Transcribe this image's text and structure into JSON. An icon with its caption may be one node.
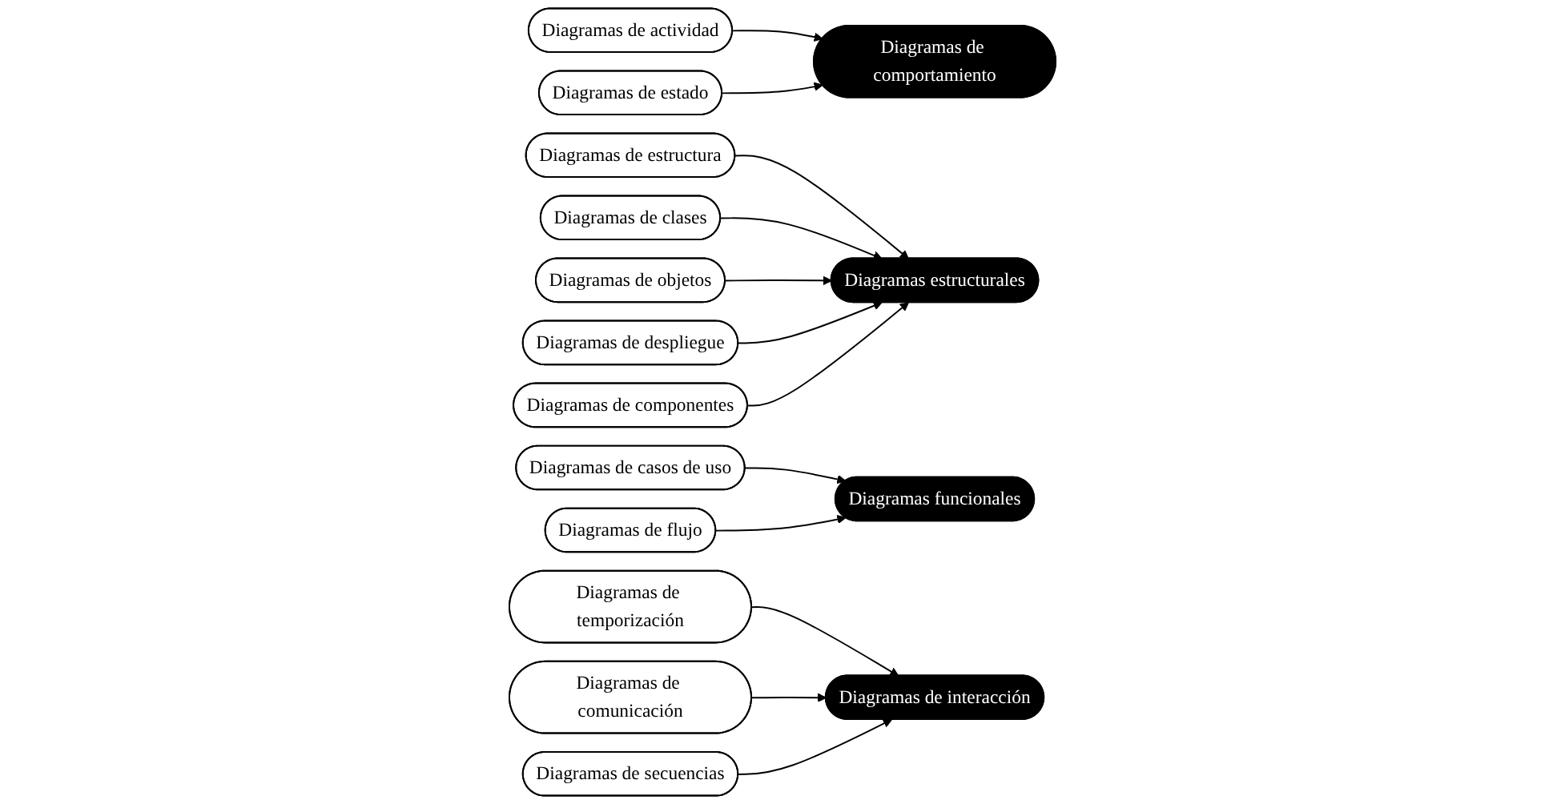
{
  "diagram": {
    "nodes": [
      {
        "text": [
          "Diagramas de actividad"
        ]
      },
      {
        "text": [
          "Diagramas de estado"
        ]
      },
      {
        "text": [
          "Diagramas de estructura"
        ]
      },
      {
        "text": [
          "Diagramas de casos de uso"
        ]
      },
      {
        "text": [
          "Diagramas de comportamiento"
        ]
      },
      {
        "text": [
          "Diagramas de clases"
        ]
      },
      {
        "text": [
          "Diagramas estructurales"
        ]
      },
      {
        "text": [
          "Diagramas funcionales"
        ]
      },
      {
        "text": [
          "Diagramas de flujo"
        ]
      },
      {
        "text": [
          "Diagramas de objetos"
        ]
      },
      {
        "text": [
          "Diagramas de interacción"
        ]
      },
      {
        "text": [
          "Diagramas de temporización"
        ]
      },
      {
        "text": [
          "Diagramas de despliegue"
        ]
      },
      {
        "text": [
          "Diagramas de componentes"
        ]
      },
      {
        "text": [
          "Diagramas de comunicación"
        ]
      },
      {
        "text": [
          "Diagramas de secuencias"
        ]
      }
    ],
    "edges": [
      {
        "from": 0,
        "to": 4,
        "arrow": "to"
      },
      {
        "from": 1,
        "to": 4,
        "arrow": "to"
      },
      {
        "from": 2,
        "to": 6,
        "arrow": "to"
      },
      {
        "from": 5,
        "to": 6,
        "arrow": "to"
      },
      {
        "from": 9,
        "to": 6,
        "arrow": "to"
      },
      {
        "from": 12,
        "to": 6,
        "arrow": "to"
      },
      {
        "from": 13,
        "to": 6,
        "arrow": "to"
      },
      {
        "from": 3,
        "to": 7,
        "arrow": "to"
      },
      {
        "from": 8,
        "to": 7,
        "arrow": "to"
      },
      {
        "from": 11,
        "to": 10,
        "arrow": "to"
      },
      {
        "from": 14,
        "to": 10,
        "arrow": "to"
      },
      {
        "from": 15,
        "to": 10,
        "arrow": "to"
      }
    ]
  }
}
